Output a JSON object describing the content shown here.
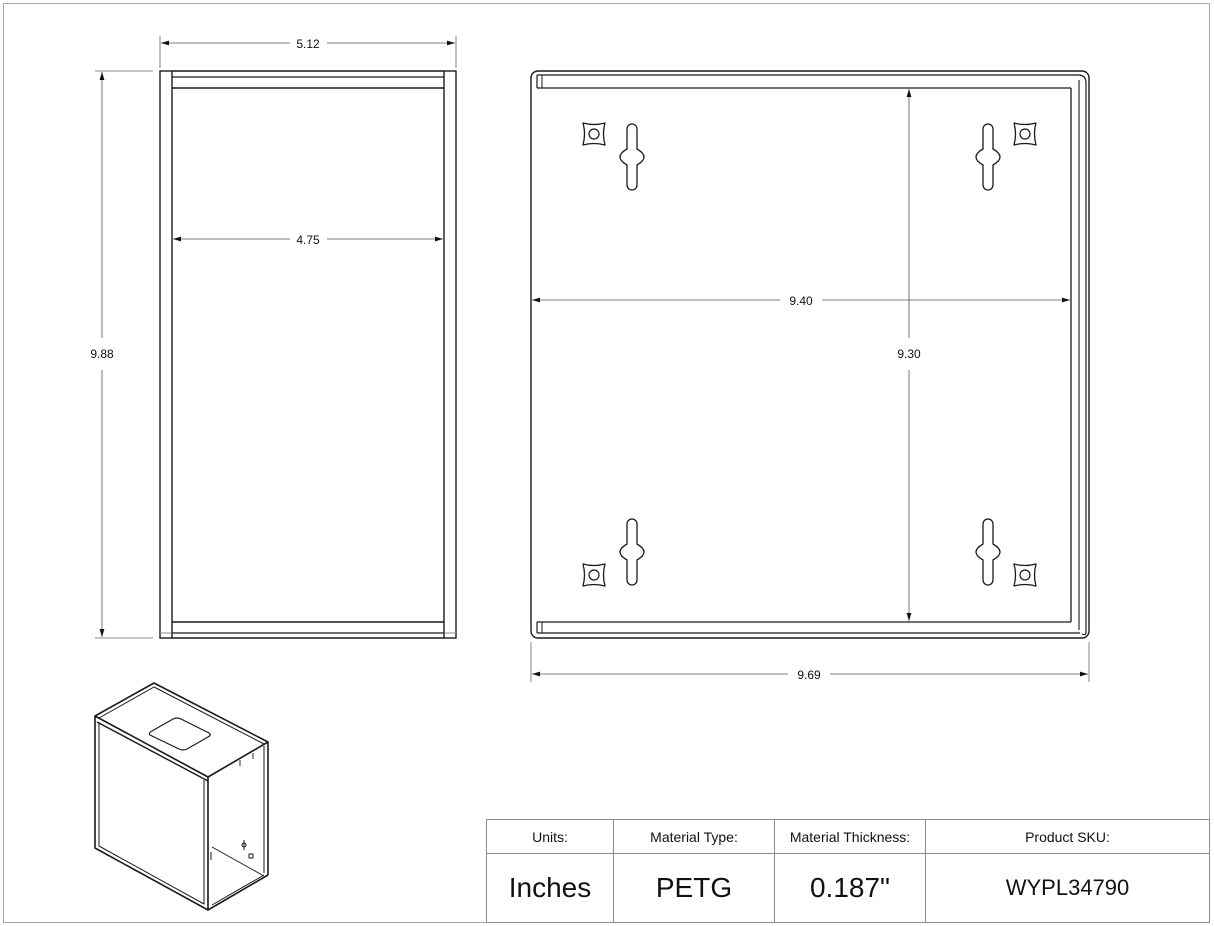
{
  "drawing": {
    "side_view": {
      "overall_width": "5.12",
      "inner_width": "4.75",
      "overall_height": "9.88"
    },
    "back_view": {
      "inner_width": "9.40",
      "inner_height": "9.30",
      "overall_width": "9.69",
      "features": [
        "keyhole-slot",
        "keyhole-slot",
        "keyhole-slot",
        "keyhole-slot",
        "screw-boss",
        "screw-boss",
        "screw-boss",
        "screw-boss"
      ]
    },
    "isometric_view": {
      "description": "Isometric view of open-ended box with square top cutout"
    },
    "colors": {
      "line": "#1a1a1a",
      "dimension_line": "#555555",
      "frame": "#a8a8a8"
    }
  },
  "title_block": {
    "headers": {
      "units": "Units:",
      "material_type": "Material Type:",
      "material_thickness": "Material Thickness:",
      "product_sku": "Product SKU:"
    },
    "values": {
      "units": "Inches",
      "material_type": "PETG",
      "material_thickness": "0.187\"",
      "product_sku": "WYPL34790"
    }
  }
}
